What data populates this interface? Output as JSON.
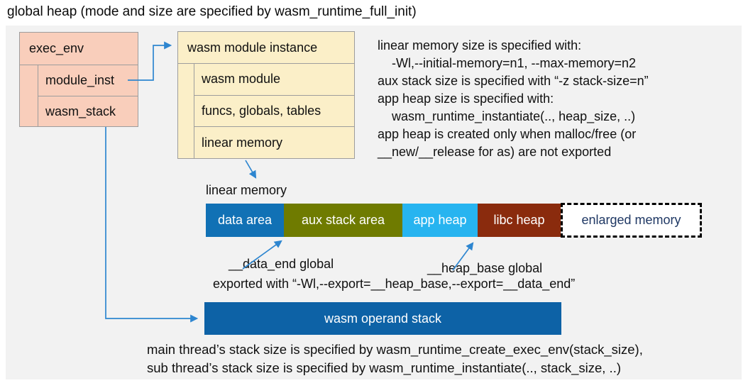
{
  "title": "global heap (mode and size are specified by wasm_runtime_full_init)",
  "exec_env": {
    "header": "exec_env",
    "rows": [
      "module_inst",
      "wasm_stack"
    ]
  },
  "module_instance": {
    "header": "wasm module instance",
    "rows": [
      "wasm module",
      "funcs, globals, tables",
      "linear memory"
    ]
  },
  "notes_right": {
    "lines": [
      "linear memory size is specified with:",
      "    -Wl,--initial-memory=n1, --max-memory=n2",
      "aux stack size is specified with “-z stack-size=n”",
      "app heap size is specified with:",
      "    wasm_runtime_instantiate(.., heap_size, ..)",
      "app heap is created only when malloc/free (or",
      "__new/__release for as) are not exported"
    ]
  },
  "linear_memory": {
    "label": "linear memory",
    "segments": [
      {
        "label": "data area",
        "color": "#1171B5",
        "text_color": "#FFFFFF"
      },
      {
        "label": "aux stack area",
        "color": "#6F7B00",
        "text_color": "#FFFFFF"
      },
      {
        "label": "app heap",
        "color": "#27B4F0",
        "text_color": "#FFFFFF"
      },
      {
        "label": "libc heap",
        "color": "#8A2B0D",
        "text_color": "#FFFFFF"
      },
      {
        "label": "enlarged memory",
        "color": "#FFFFFF",
        "text_color": "#1F3864"
      }
    ],
    "annotations": {
      "data_end_label": "__data_end global",
      "heap_base_label": "__heap_base global",
      "export_note": "exported with “-Wl,--export=__heap_base,--export=__data_end”"
    }
  },
  "operand_stack": {
    "label": "wasm operand stack",
    "color": "#0D62A6",
    "text_color": "#FFFFFF"
  },
  "notes_bottom": {
    "lines": [
      "main thread’s stack size is specified by wasm_runtime_create_exec_env(stack_size),",
      "sub thread’s stack size is specified by wasm_runtime_instantiate(.., stack_size, ..)"
    ]
  },
  "colors": {
    "panel_bg": "#F2F2F2",
    "exec_env_fill": "#F9CEBB",
    "module_instance_fill": "#FBEFC8",
    "box_border": "#9D9D9D",
    "arrow": "#2E86D0",
    "text": "#101010"
  }
}
